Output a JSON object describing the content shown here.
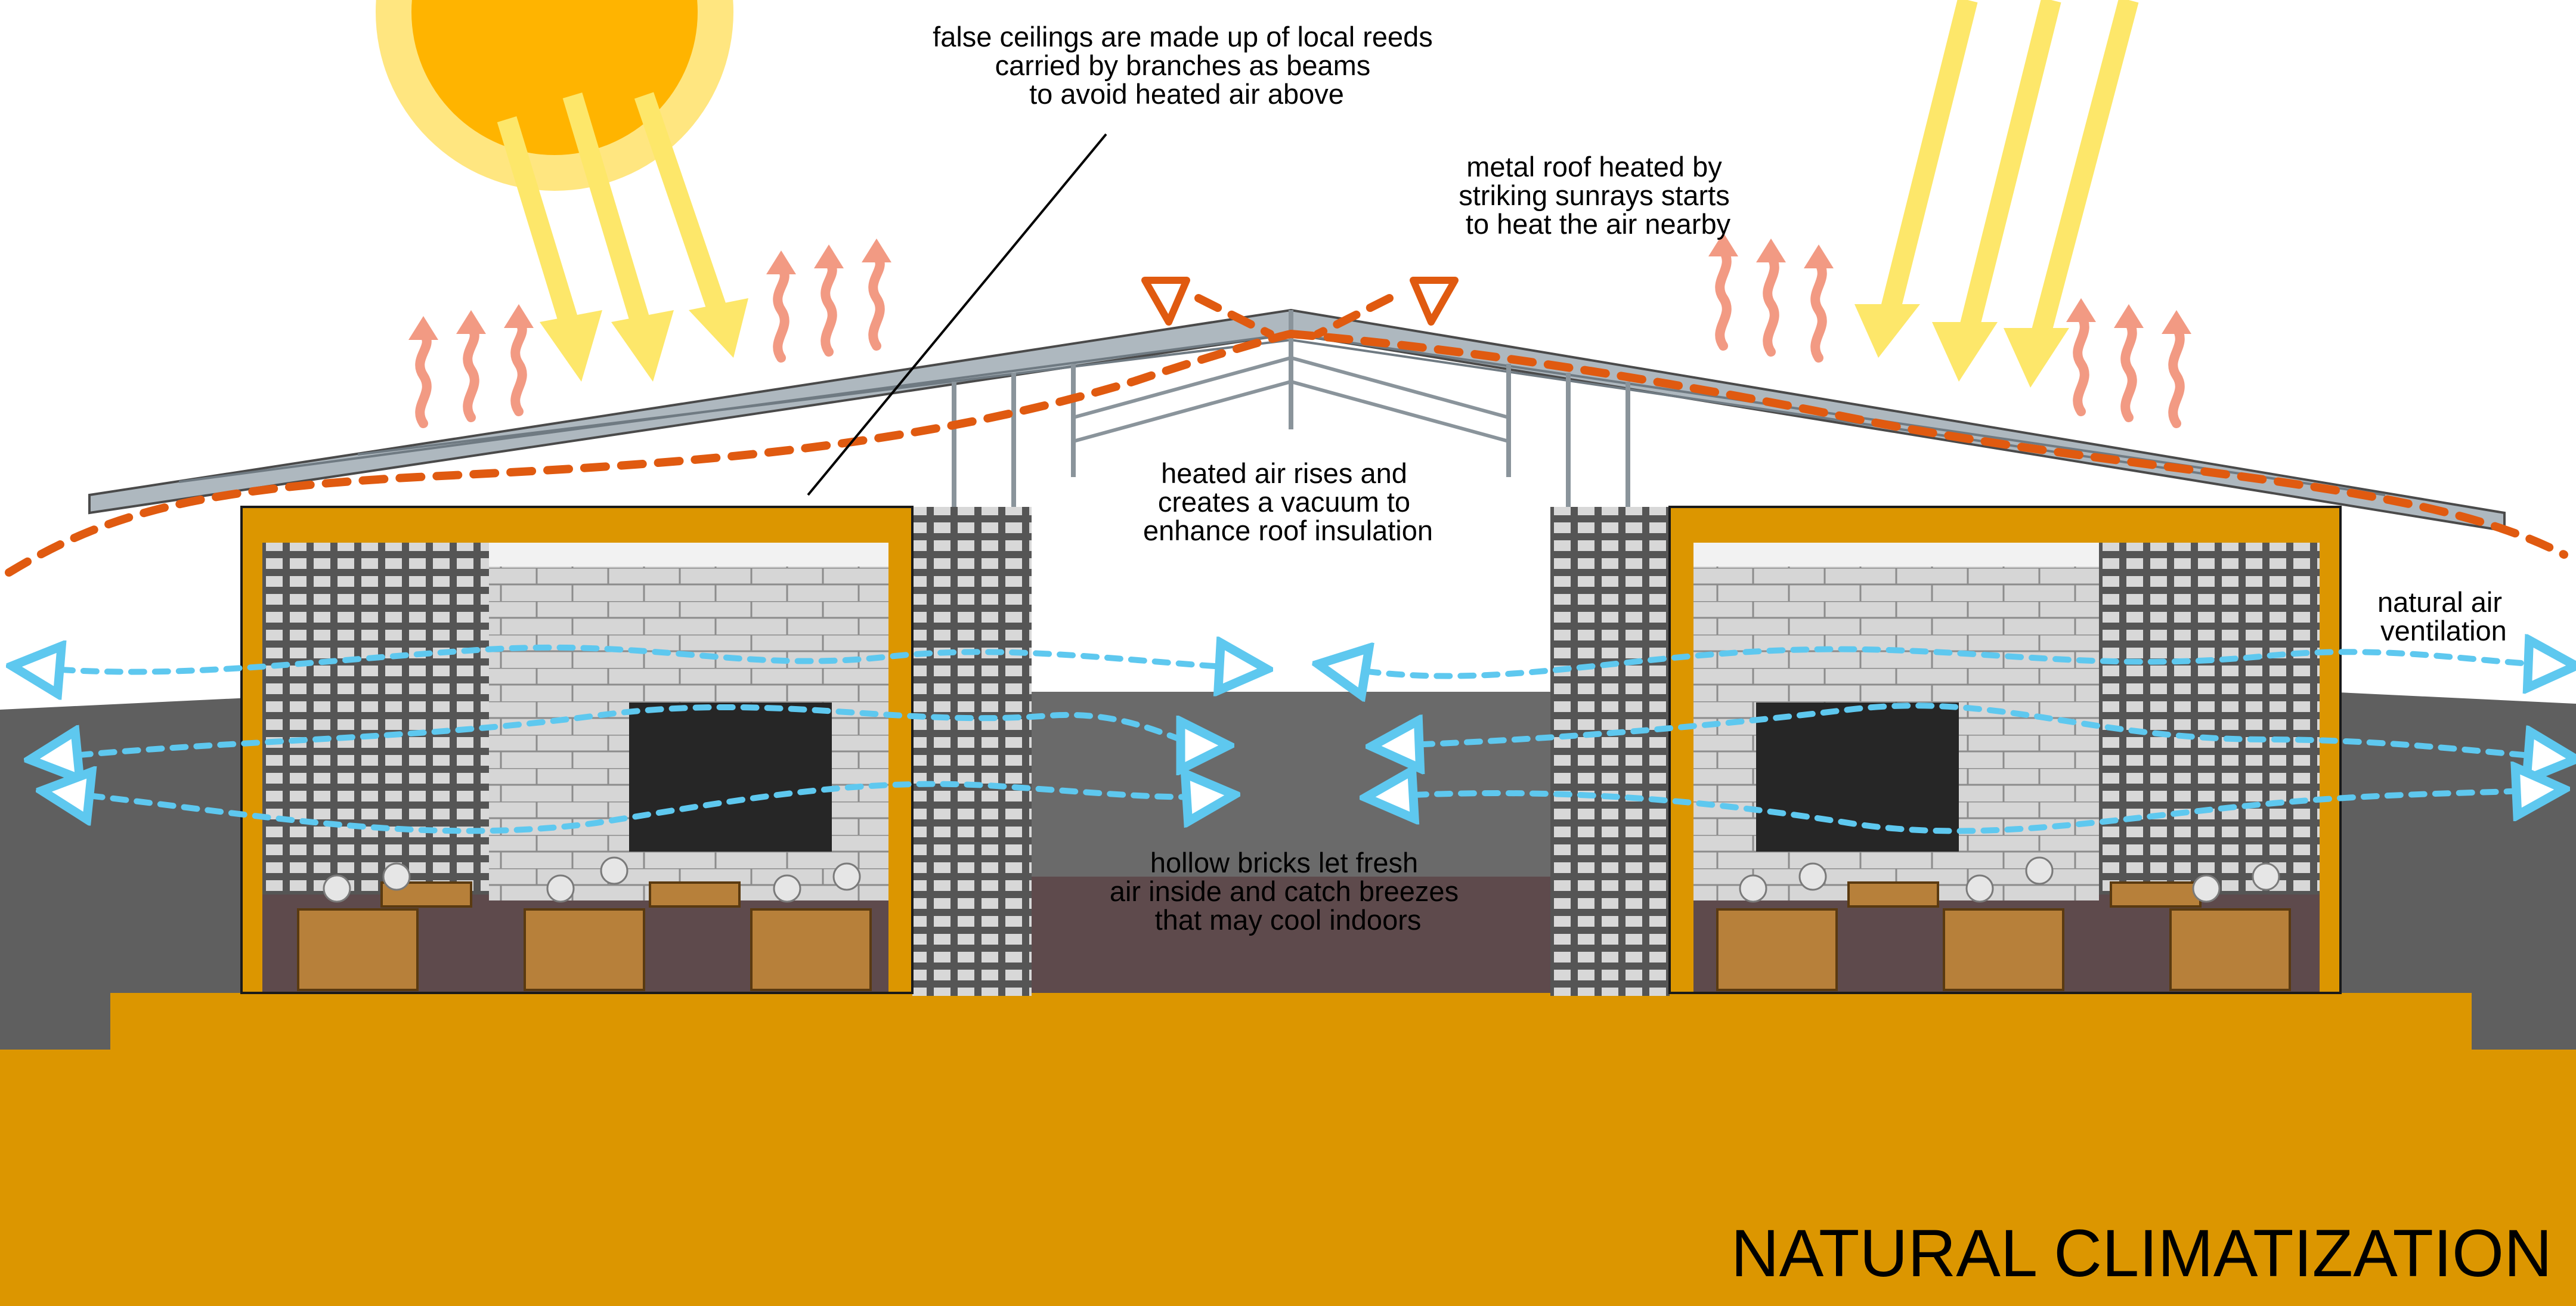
{
  "title": "NATURAL CLIMATIZATION",
  "annotations": {
    "false_ceilings": [
      "false ceilings are made up of local reeds",
      "carried by branches as beams",
      "to avoid heated air above"
    ],
    "metal_roof": [
      "metal roof heated by",
      "striking sunrays starts",
      "to heat the air nearby"
    ],
    "heated_air": [
      "heated air rises and",
      "creates a vacuum to",
      "enhance roof insulation"
    ],
    "natural_air": [
      "natural air",
      "ventilation"
    ],
    "hollow_bricks": [
      "hollow bricks let fresh",
      "air inside and catch breezes",
      "that may cool indoors"
    ]
  },
  "colors": {
    "ground_ochre": "#dc9600",
    "sun_core": "#ffb400",
    "sun_halo": "#ffe680",
    "sun_ray": "#fde76a",
    "heat_wave": "#f29a83",
    "heated_air_line": "#e05a10",
    "breeze_line": "#5ec8ef",
    "roof_metal": "#aeb8bf",
    "brick_gray": "#6b6b6b",
    "floor_dark": "#5e4a4c",
    "terrain_gray": "#5f5f5f",
    "chalkboard": "#262626"
  }
}
